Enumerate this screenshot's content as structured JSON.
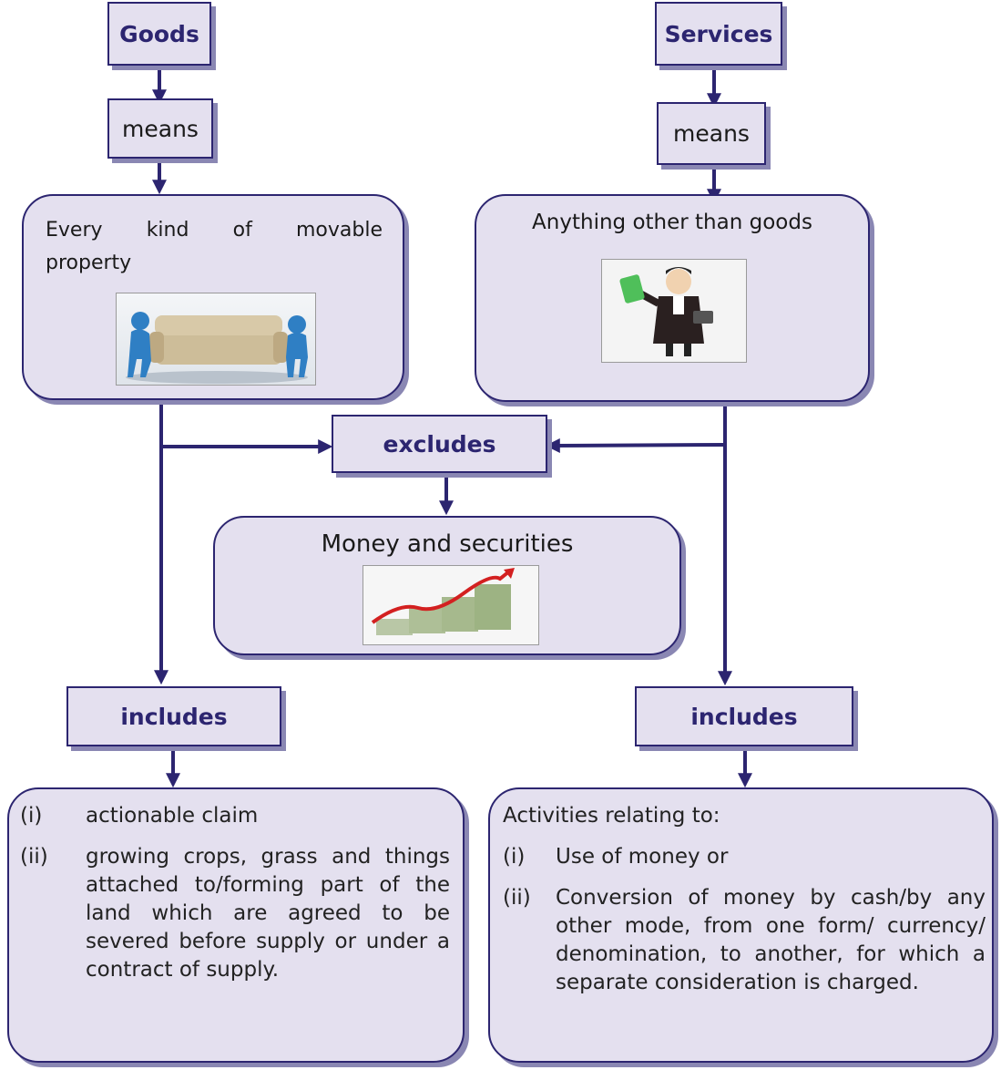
{
  "goods": {
    "title": "Goods",
    "means": "means",
    "definition": "Every kind of movable property",
    "image_icon": "people-carrying-sofa-icon"
  },
  "services": {
    "title": "Services",
    "means": "means",
    "definition": "Anything other than goods",
    "image_icon": "lawyer-with-money-icon"
  },
  "excludes": {
    "label": "excludes",
    "target": "Money and securities",
    "image_icon": "rising-money-stacks-icon"
  },
  "goods_includes": {
    "label": "includes",
    "items": [
      {
        "num": "(i)",
        "text": "actionable claim"
      },
      {
        "num": "(ii)",
        "text": "growing crops, grass and things attached to/forming part of the land which are agreed to be severed before supply or under a contract of supply."
      }
    ]
  },
  "services_includes": {
    "label": "includes",
    "intro": "Activities relating to:",
    "items": [
      {
        "num": "(i)",
        "text": "Use of money or"
      },
      {
        "num": "(ii)",
        "text": "Conversion of money by cash/by any other mode, from one form/ currency/ denomination, to another, for which a separate consideration is charged."
      }
    ]
  },
  "colors": {
    "box_fill": "#e4e0ef",
    "border": "#2c2570",
    "shadow": "#8a87b3",
    "arrow": "#2c2570"
  }
}
